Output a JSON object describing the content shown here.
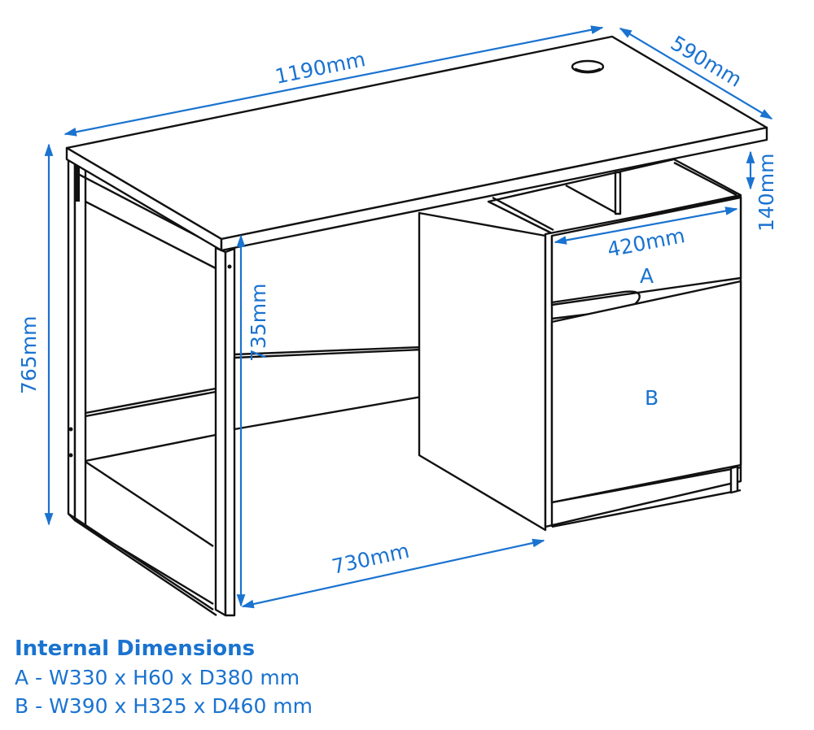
{
  "diagram": {
    "type": "product-dimension-drawing",
    "subject": "Desk with pedestal (drawer A and cupboard B)",
    "accent_color": "#1a73d0",
    "line_color": "#111111",
    "dimensions": {
      "width": "1190mm",
      "depth": "590mm",
      "height_overall": "765mm",
      "height_under_desk": "735mm",
      "gap_above_pedestal": "140mm",
      "pedestal_width": "420mm",
      "legroom_width": "730mm"
    },
    "labels": {
      "drawer": "A",
      "cupboard": "B"
    }
  },
  "legend": {
    "title": "Internal Dimensions",
    "rows": [
      "A - W330 x H60 x D380 mm",
      "B - W390 x H325 x D460 mm"
    ]
  }
}
